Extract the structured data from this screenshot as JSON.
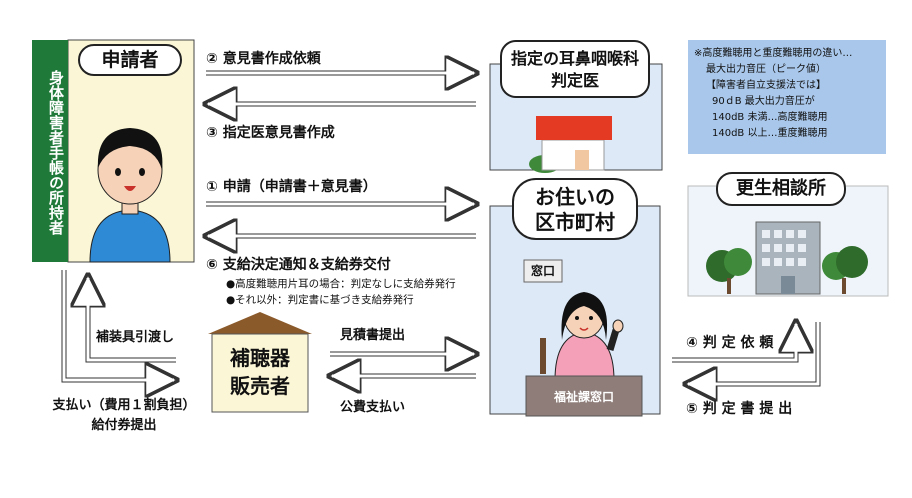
{
  "applicant": {
    "title": "申請者"
  },
  "sidebar": {
    "label": "身体障害者手帳の所持者"
  },
  "doctor": {
    "title_line1": "指定の耳鼻咽喉科",
    "title_line2": "判定医"
  },
  "municipality": {
    "title_line1": "お住いの",
    "title_line2": "区市町村",
    "window_sign": "窓口",
    "counter_label": "福祉課窓口"
  },
  "counseling": {
    "title": "更生相談所"
  },
  "vendor": {
    "title_line1": "補聴器",
    "title_line2": "販売者"
  },
  "note": {
    "lines": [
      "※高度難聴用と重度難聴用の違い…",
      "最大出力音圧（ピーク値）",
      "【障害者自立支援法では】",
      "90ｄB 最大出力音圧が",
      "140dB 未満…高度難聴用",
      "140dB 以上…重度難聴用"
    ]
  },
  "steps": {
    "step2": "② 意見書作成依頼",
    "step3": "③ 指定医意見書作成",
    "step1": "① 申請（申請書＋意見書）",
    "step6": "⑥ 支給決定通知＆支給券交付",
    "step6_sub1": "●高度難聴用片耳の場合：判定なしに支給券発行",
    "step6_sub2": "●それ以外：判定書に基づき支給券発行",
    "step4": "④ 判 定 依 頼",
    "step5": "⑤ 判 定 書 提 出"
  },
  "flows": {
    "estimate": "見積書提出",
    "public_payment": "公費支払い",
    "handover": "補装具引渡し",
    "payment_line1": "支払い（費用１割負担）",
    "payment_line2": "給付券提出"
  },
  "colors": {
    "applicant_bg": "#fbf7d6",
    "sidebar_bg": "#1f7a3a",
    "doctor_bg": "#dde9f7",
    "municipality_bg": "#dde9f7",
    "note_bg": "#a9c7ea",
    "vendor_bg": "#fbf7d6",
    "roof": "#8b5a2b",
    "house_roof": "#e43a24"
  }
}
